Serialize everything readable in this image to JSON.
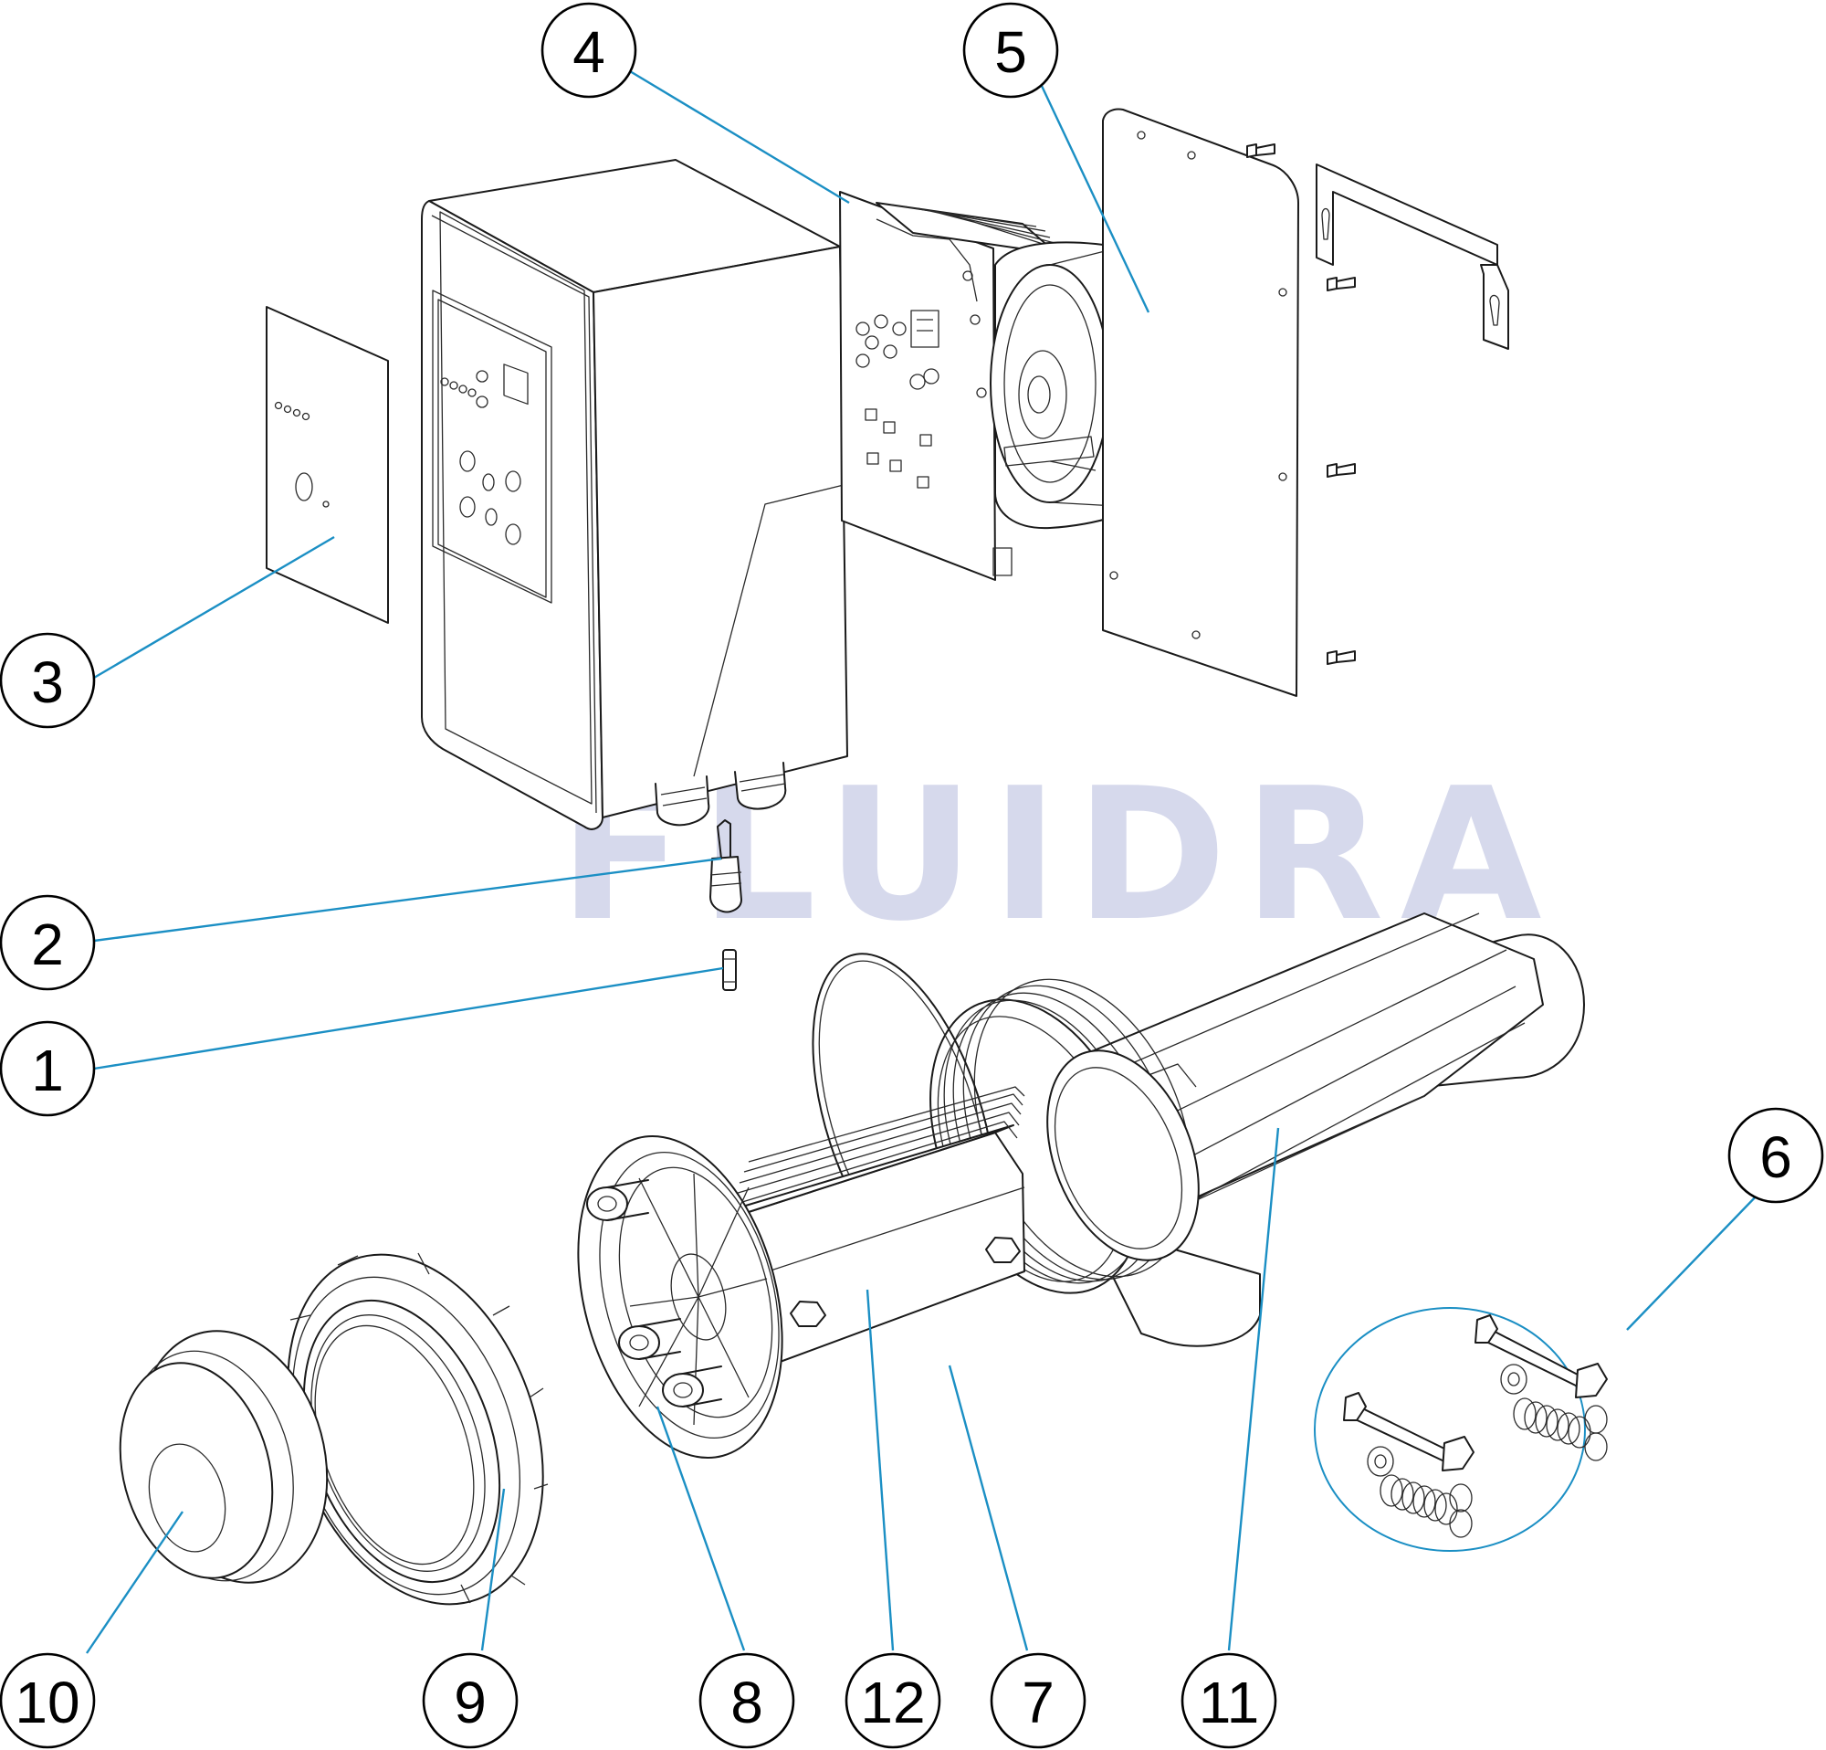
{
  "watermark": {
    "text": "FLUIDRA"
  },
  "colors": {
    "leader": "#1b8fc4",
    "watermark": "#c9cde6",
    "line": "#1a1a1a"
  },
  "callouts": [
    {
      "id": "c1",
      "label": "1"
    },
    {
      "id": "c2",
      "label": "2"
    },
    {
      "id": "c3",
      "label": "3"
    },
    {
      "id": "c4",
      "label": "4"
    },
    {
      "id": "c5",
      "label": "5"
    },
    {
      "id": "c6",
      "label": "6"
    },
    {
      "id": "c7",
      "label": "7"
    },
    {
      "id": "c8",
      "label": "8"
    },
    {
      "id": "c9",
      "label": "9"
    },
    {
      "id": "c10",
      "label": "10"
    },
    {
      "id": "c11",
      "label": "11"
    },
    {
      "id": "c12",
      "label": "12"
    }
  ]
}
